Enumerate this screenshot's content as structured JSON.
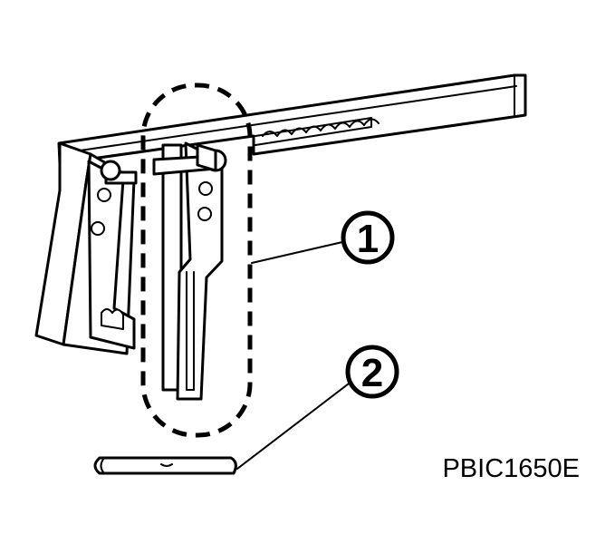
{
  "callouts": [
    {
      "id": "1",
      "label": "1"
    },
    {
      "id": "2",
      "label": "2"
    }
  ],
  "figure_code": "PBIC1650E",
  "colors": {
    "ink": "#000000",
    "paper": "#ffffff"
  }
}
